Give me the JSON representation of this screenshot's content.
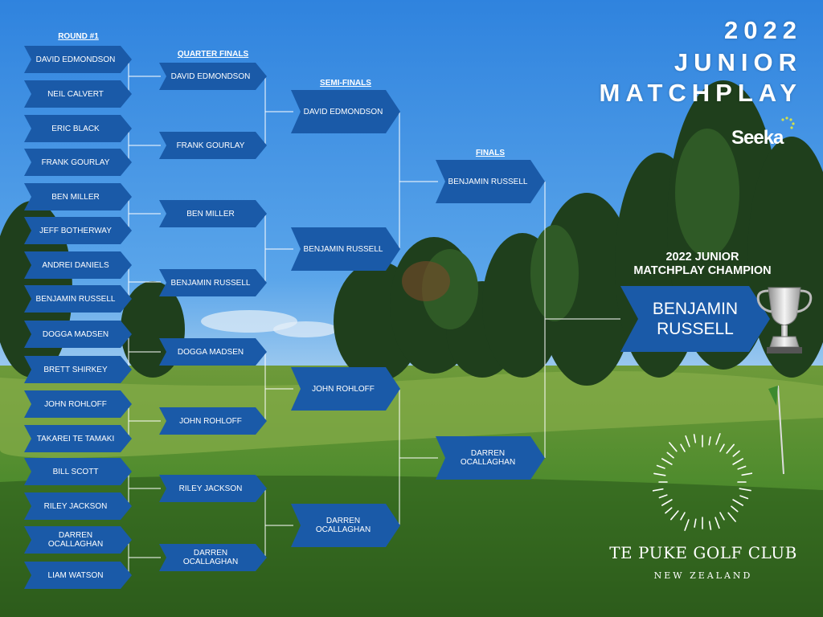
{
  "header": {
    "title_line1": "2022",
    "title_line2": "JUNIOR",
    "title_line3": "MATCHPLAY",
    "sponsor": "Seeka"
  },
  "labels": {
    "round1": "ROUND #1",
    "quarter": "QUARTER FINALS",
    "semi": "SEMI-FINALS",
    "finals": "FINALS"
  },
  "round1": [
    "DAVID EDMONDSON",
    "NEIL CALVERT",
    "ERIC BLACK",
    "FRANK GOURLAY",
    "BEN MILLER",
    "JEFF BOTHERWAY",
    "ANDREI DANIELS",
    "BENJAMIN RUSSELL",
    "DOGGA MADSEN",
    "BRETT SHIRKEY",
    "JOHN ROHLOFF",
    "TAKAREI TE TAMAKI",
    "BILL SCOTT",
    "RILEY JACKSON",
    "DARREN OCALLAGHAN",
    "LIAM WATSON"
  ],
  "quarter": [
    "DAVID EDMONDSON",
    "FRANK GOURLAY",
    "BEN MILLER",
    "BENJAMIN RUSSELL",
    "DOGGA MADSEN",
    "JOHN ROHLOFF",
    "RILEY JACKSON",
    "DARREN OCALLAGHAN"
  ],
  "semi": [
    "DAVID EDMONDSON",
    "BENJAMIN RUSSELL",
    "JOHN ROHLOFF",
    "DARREN OCALLAGHAN"
  ],
  "finals": [
    "BENJAMIN RUSSELL",
    "DARREN OCALLAGHAN"
  ],
  "champion": {
    "heading_line1": "2022 JUNIOR",
    "heading_line2": "MATCHPLAY CHAMPION",
    "name_line1": "BENJAMIN",
    "name_line2": "RUSSELL"
  },
  "club": {
    "name": "TE PUKE GOLF CLUB",
    "country": "NEW ZEALAND"
  },
  "colors": {
    "arrow": "#1a5aa8",
    "sky": "#3a8ee0",
    "grass": "#3f7a2a"
  }
}
